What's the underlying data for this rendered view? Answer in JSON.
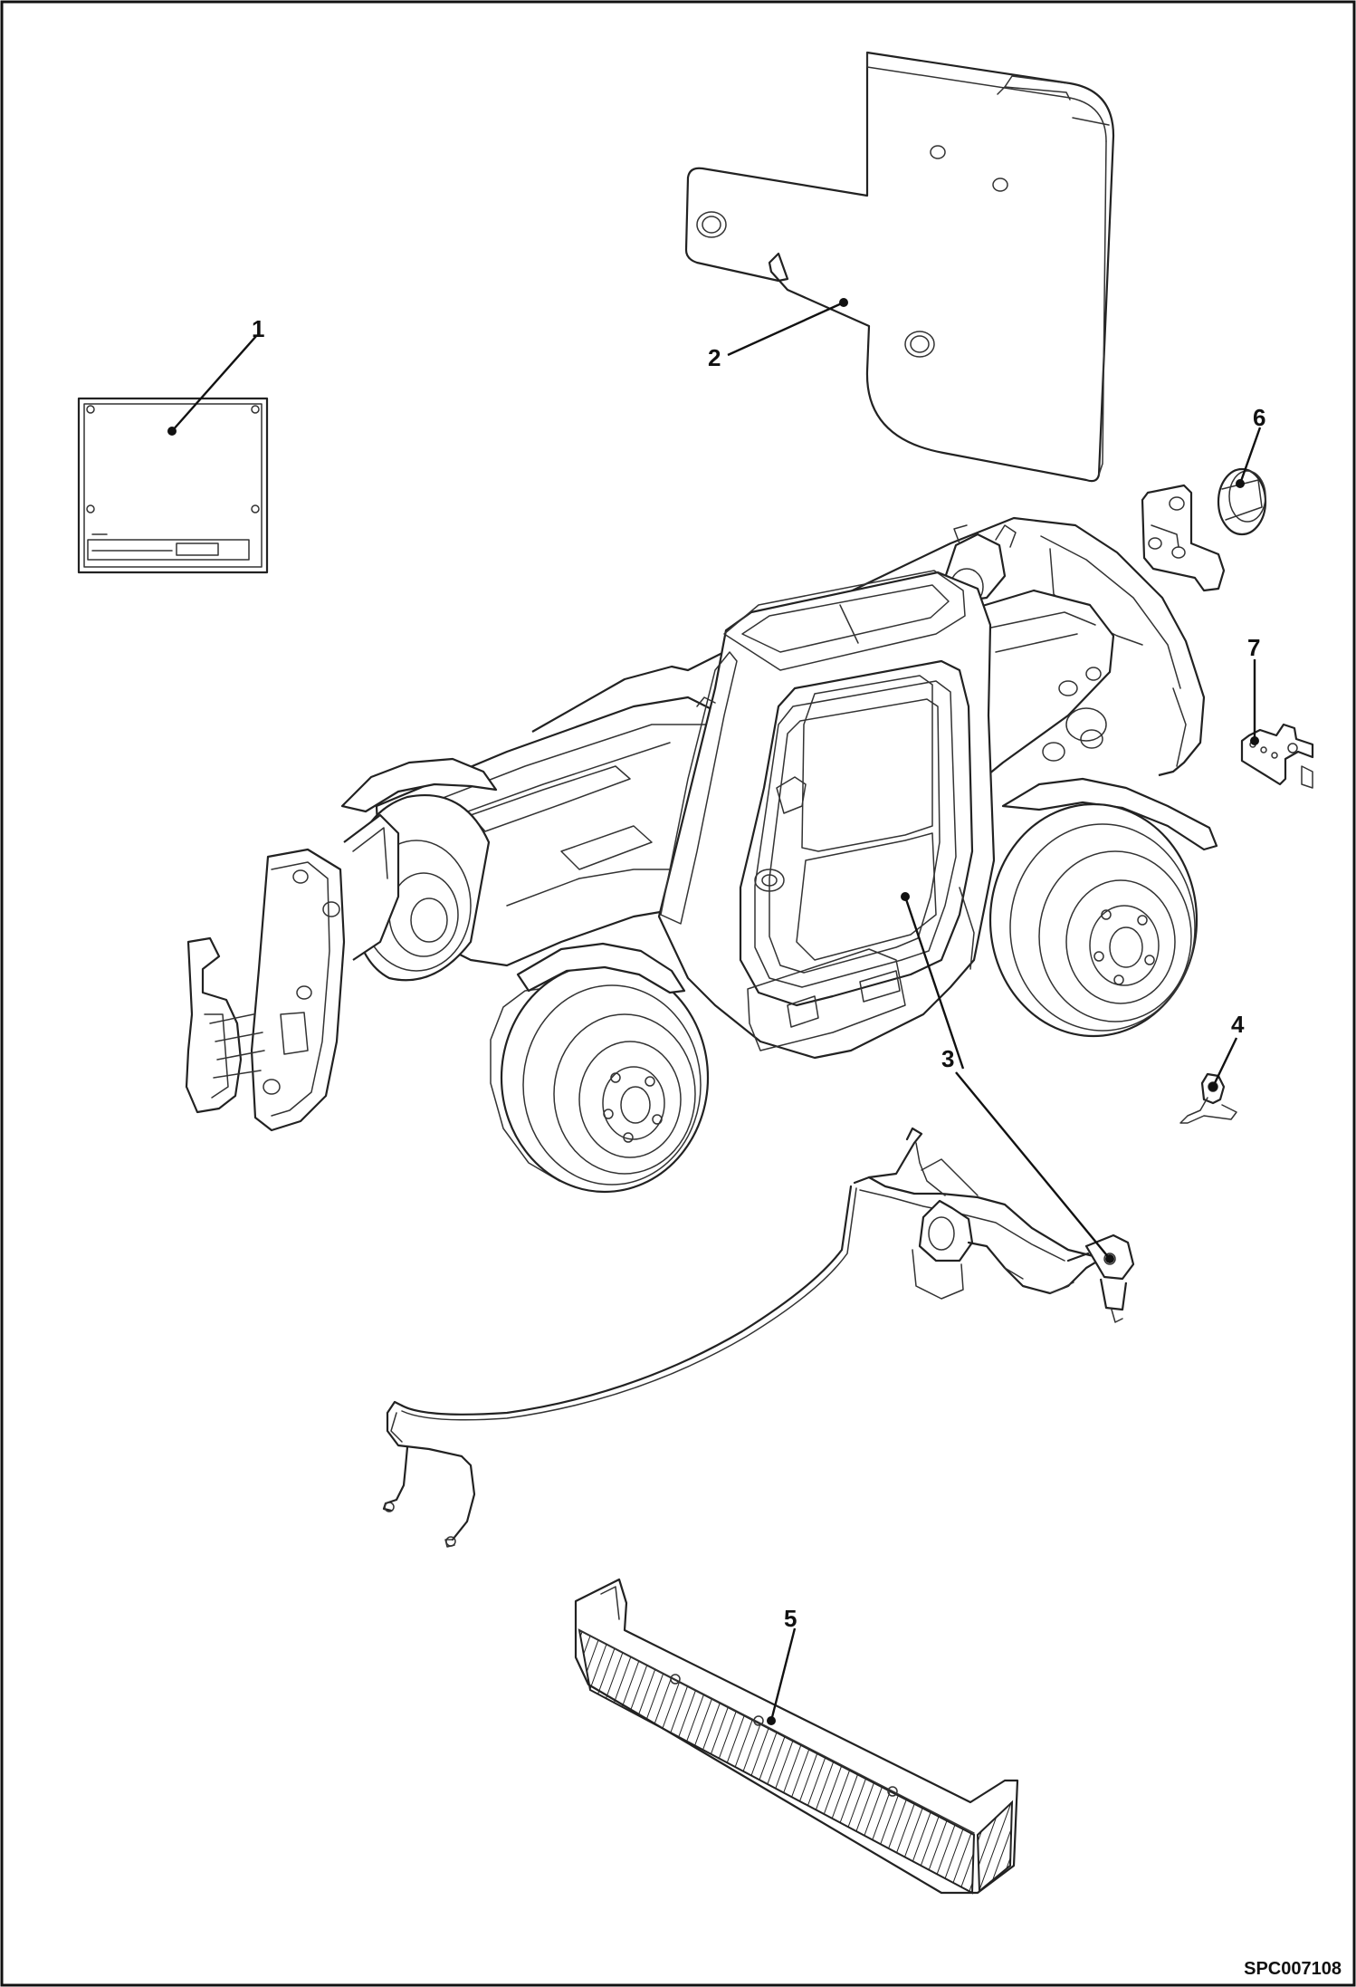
{
  "diagram": {
    "drawing_code": "SPC007108",
    "callouts": [
      {
        "id": "1",
        "label": "1"
      },
      {
        "id": "2",
        "label": "2"
      },
      {
        "id": "3",
        "label": "3"
      },
      {
        "id": "4",
        "label": "4"
      },
      {
        "id": "5",
        "label": "5"
      },
      {
        "id": "6",
        "label": "6"
      },
      {
        "id": "7",
        "label": "7"
      }
    ]
  }
}
